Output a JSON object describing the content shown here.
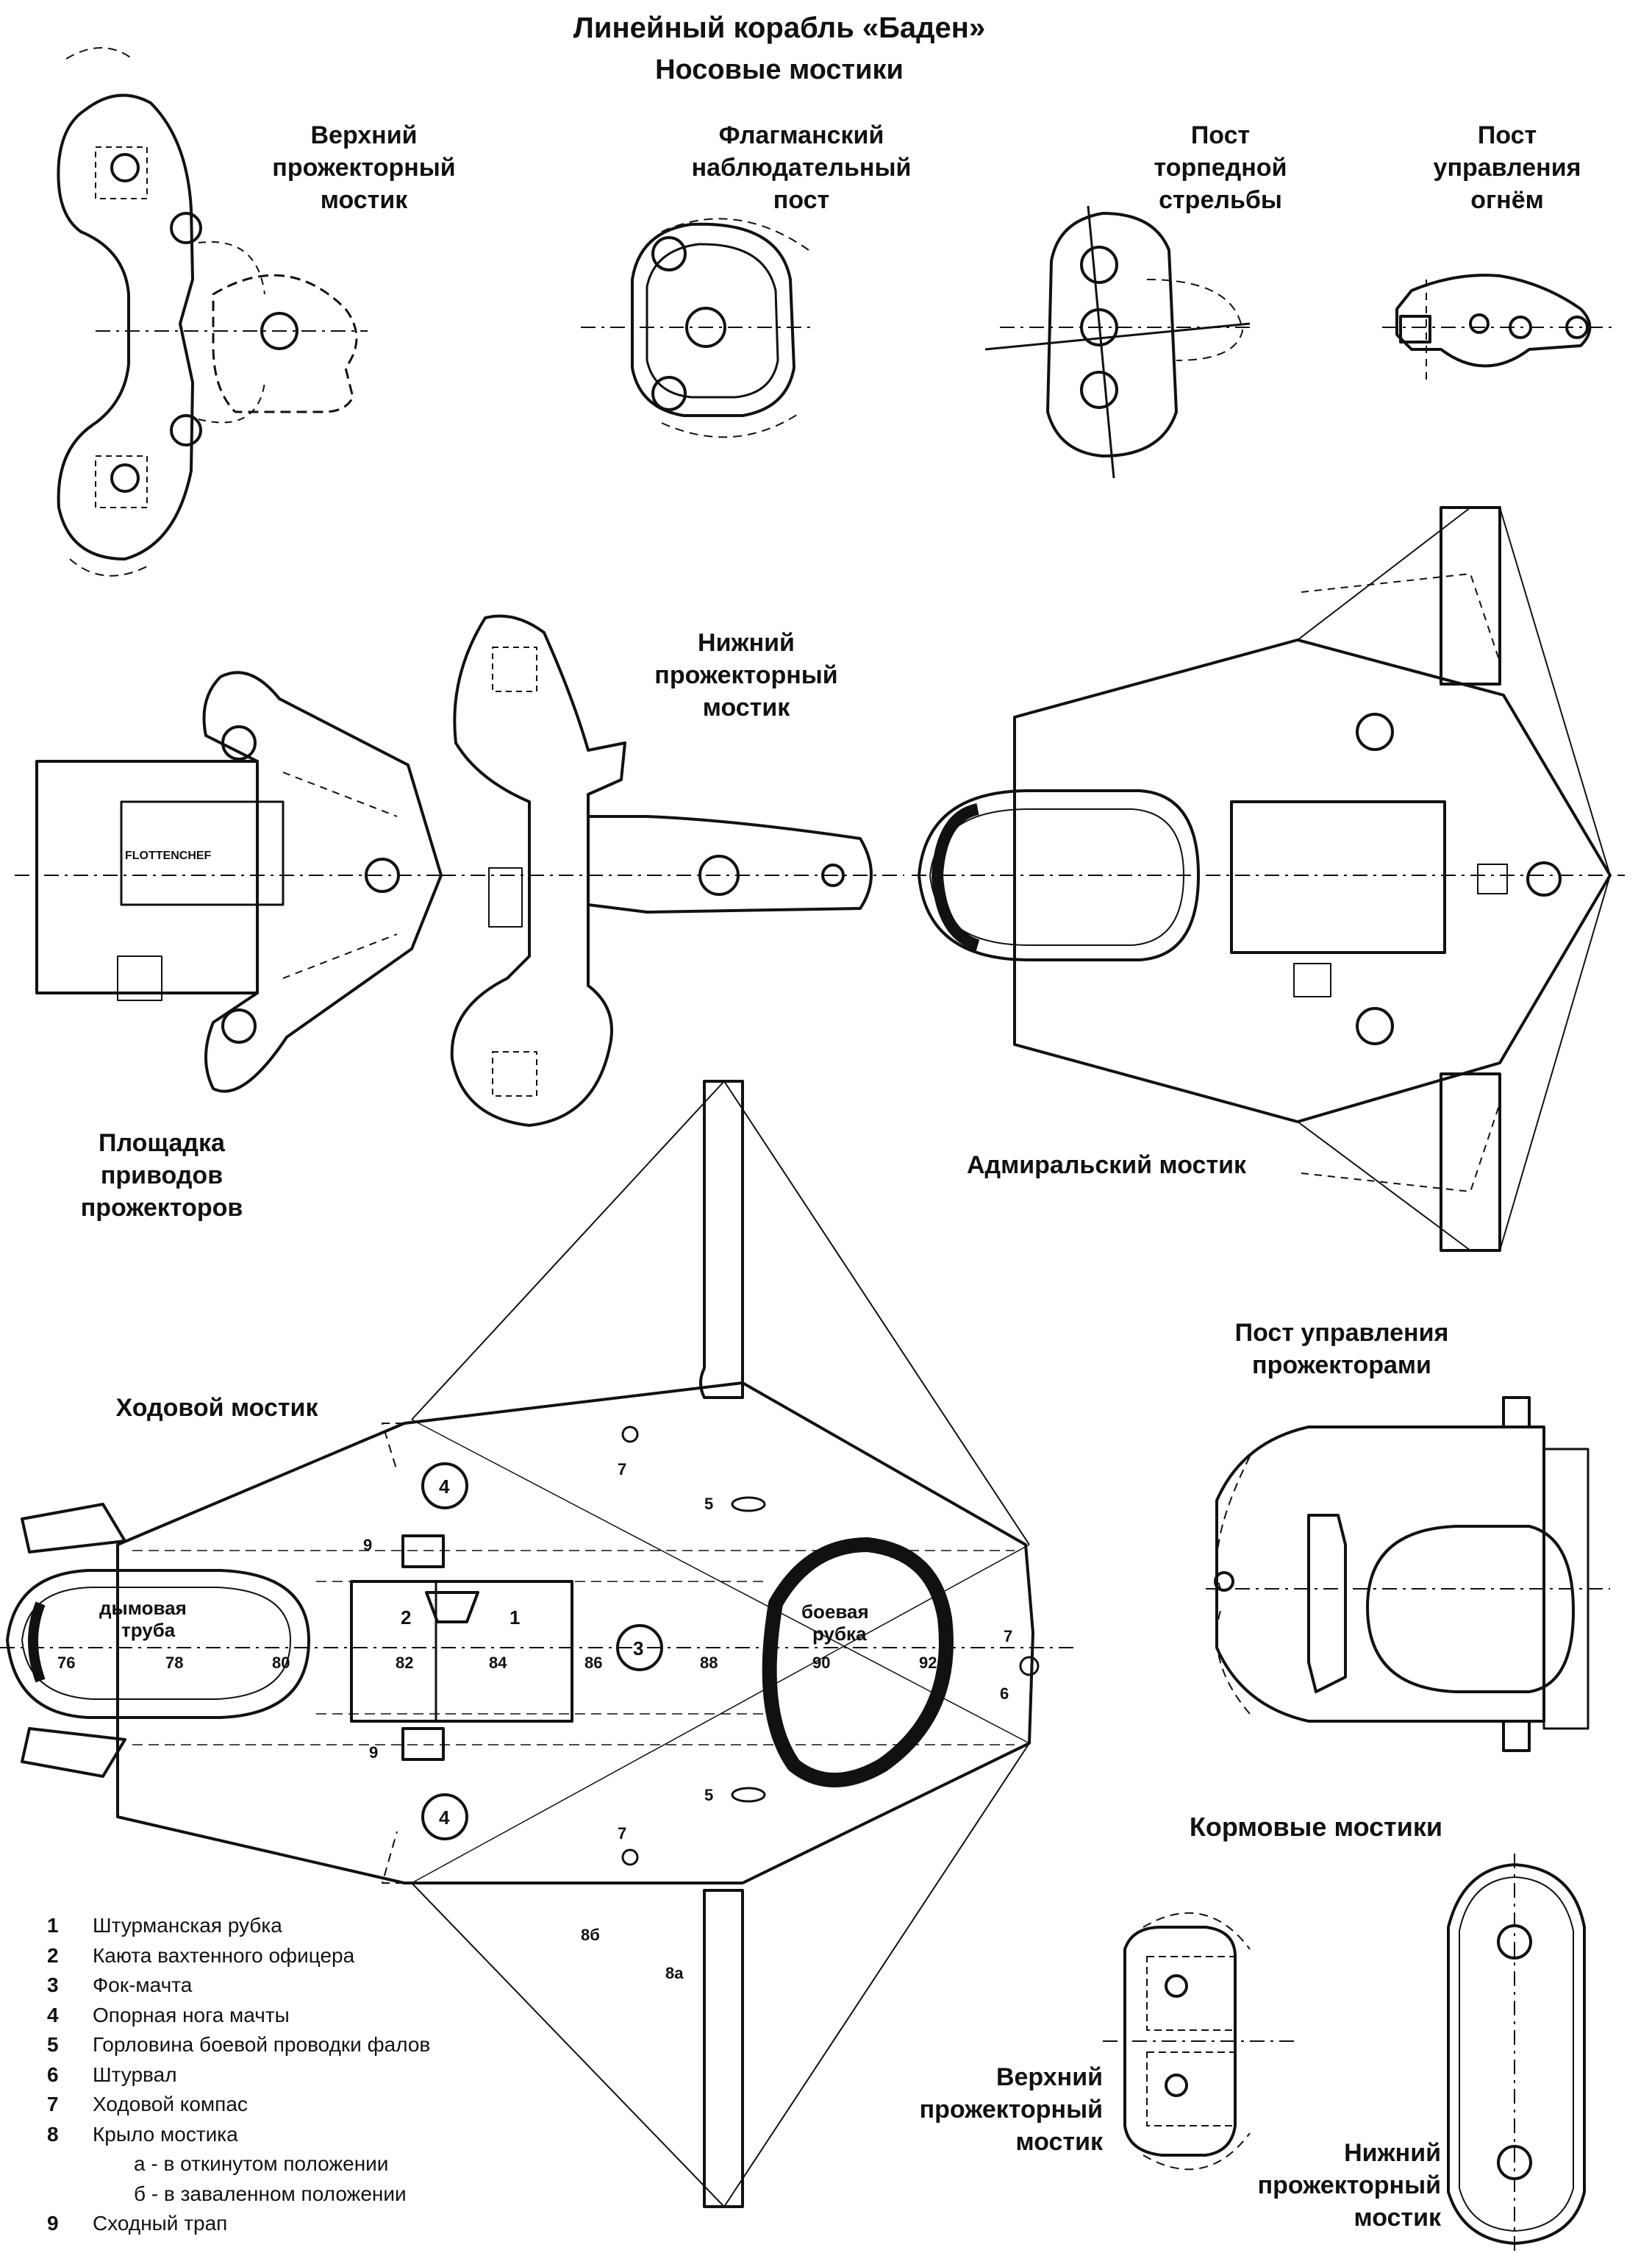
{
  "title": "Линейный корабль «Баден»",
  "subtitle": "Носовые мостики",
  "labels": {
    "upper_searchlight": [
      "Верхний",
      "прожекторный",
      "мостик"
    ],
    "flag_post": [
      "Флагманский",
      "наблюдательный",
      "пост"
    ],
    "torpedo_post": [
      "Пост",
      "торпедной",
      "стрельбы"
    ],
    "fire_control": [
      "Пост",
      "управления",
      "огнём"
    ],
    "lower_searchlight": [
      "Нижний",
      "прожекторный",
      "мостик"
    ],
    "searchlight_drive": [
      "Площадка",
      "приводов",
      "прожекторов"
    ],
    "admiral_bridge": "Адмиральский мостик",
    "navigation_bridge": "Ходовой мостик",
    "searchlight_control": [
      "Пост управления",
      "прожекторами"
    ],
    "aft_bridges": "Кормовые мостики",
    "aft_upper": [
      "Верхний",
      "прожекторный",
      "мостик"
    ],
    "aft_lower": [
      "Нижний",
      "прожекторный",
      "мостик"
    ]
  },
  "plan_text": {
    "funnel": [
      "дымовая",
      "труба"
    ],
    "conning_tower": [
      "боевая",
      "рубка"
    ],
    "frames_nav": [
      "76",
      "78",
      "80",
      "82",
      "84",
      "86",
      "88",
      "90",
      "92"
    ],
    "callouts": [
      "1",
      "2",
      "3",
      "4",
      "4",
      "5",
      "5",
      "6",
      "7",
      "7",
      "7",
      "8а",
      "8б",
      "9",
      "9"
    ],
    "flotte": "FLOTTENCHEF"
  },
  "legend": [
    {
      "num": "1",
      "text": "Штурманская рубка"
    },
    {
      "num": "2",
      "text": "Каюта вахтенного офицера"
    },
    {
      "num": "3",
      "text": "Фок-мачта"
    },
    {
      "num": "4",
      "text": "Опорная нога мачты"
    },
    {
      "num": "5",
      "text": "Горловина боевой проводки фалов"
    },
    {
      "num": "6",
      "text": "Штурвал"
    },
    {
      "num": "7",
      "text": "Ходовой компас"
    },
    {
      "num": "8",
      "text": "Крыло мостика"
    },
    {
      "num": "",
      "text": "а - в откинутом положении",
      "sub": true
    },
    {
      "num": "",
      "text": "б - в заваленном положении",
      "sub": true
    },
    {
      "num": "9",
      "text": "Сходный трап"
    }
  ]
}
